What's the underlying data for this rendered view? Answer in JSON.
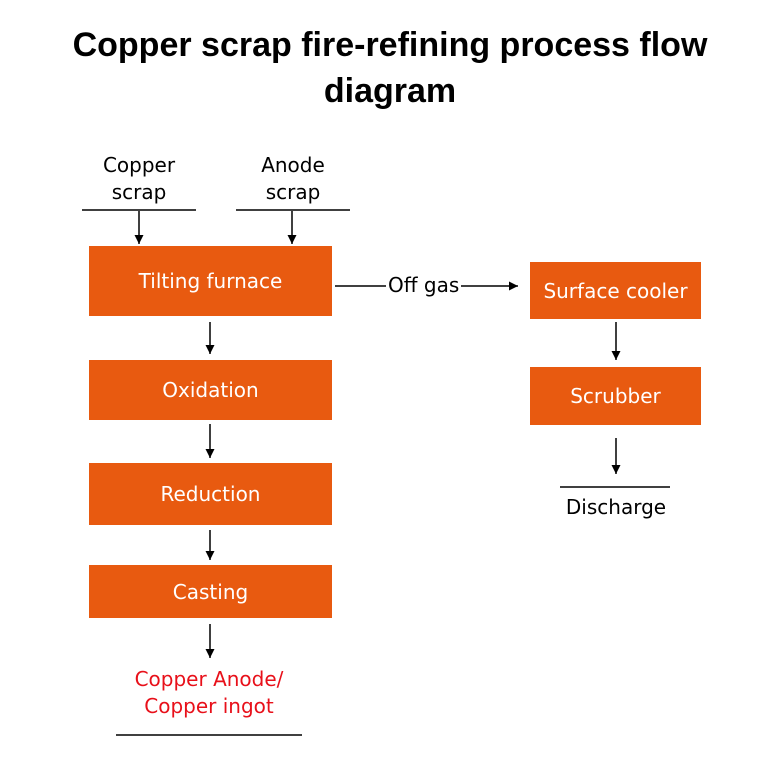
{
  "title": {
    "line1": "Copper scrap fire-refining process flow",
    "line2": "diagram"
  },
  "inputs": {
    "copper_scrap": {
      "line1": "Copper",
      "line2": "scrap"
    },
    "anode_scrap": {
      "line1": "Anode",
      "line2": "scrap"
    }
  },
  "main_flow": {
    "tilting_furnace": "Tilting furnace",
    "oxidation": "Oxidation",
    "reduction": "Reduction",
    "casting": "Casting"
  },
  "product": {
    "line1": "Copper Anode/",
    "line2": "Copper ingot"
  },
  "gas_flow": {
    "off_gas": "Off gas",
    "surface_cooler": "Surface cooler",
    "scrubber": "Scrubber",
    "discharge": "Discharge"
  },
  "colors": {
    "box_fill": "#e85a10",
    "product_text": "#e8101a"
  }
}
